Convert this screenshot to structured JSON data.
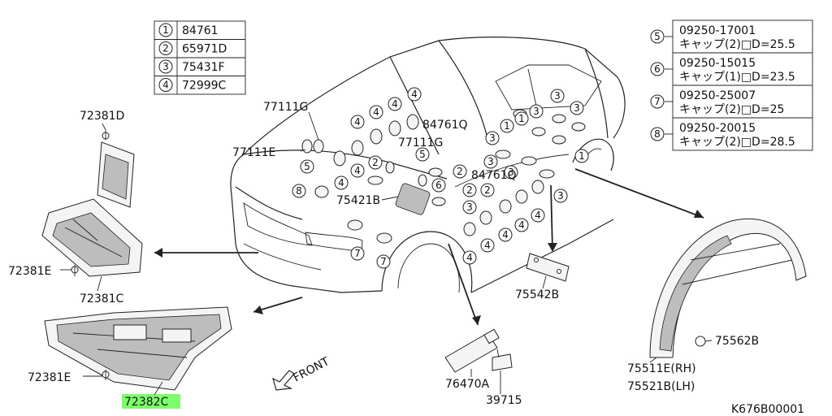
{
  "legend_left": [
    {
      "key": "1",
      "part": "84761"
    },
    {
      "key": "2",
      "part": "65971D"
    },
    {
      "key": "3",
      "part": "75431F"
    },
    {
      "key": "4",
      "part": "72999C"
    }
  ],
  "legend_right": [
    {
      "key": "5",
      "part": "09250-17001",
      "desc": "キャップ(2)□D=25.5"
    },
    {
      "key": "6",
      "part": "09250-15015",
      "desc": "キャップ(1)□D=23.5"
    },
    {
      "key": "7",
      "part": "09250-25007",
      "desc": "キャップ(2)□D=25"
    },
    {
      "key": "8",
      "part": "09250-20015",
      "desc": "キャップ(2)□D=28.5"
    }
  ],
  "labels": {
    "p72381D": "72381D",
    "p72381E_a": "72381E",
    "p72381C": "72381C",
    "p72381E_b": "72381E",
    "p72382C": "72382C",
    "p77111G_a": "77111G",
    "p77111E": "77111E",
    "p77111G_b": "77111G",
    "p84761Q_a": "84761Q",
    "p84761Q_b": "84761Q",
    "p75421B": "75421B",
    "p75542B": "75542B",
    "p76470A": "76470A",
    "p39715": "39715",
    "p75562B": "75562B",
    "p75511E": "75511E(RH)",
    "p75521B": "75521B(LH)",
    "front": "FRONT",
    "code": "K676B00001"
  },
  "callouts": {
    "c1": "1",
    "c2": "2",
    "c3": "3",
    "c4": "4",
    "c5": "5",
    "c6": "6",
    "c7": "7",
    "c8": "8"
  },
  "colors": {
    "highlight": "#7CFF6B",
    "ink": "#222222"
  }
}
